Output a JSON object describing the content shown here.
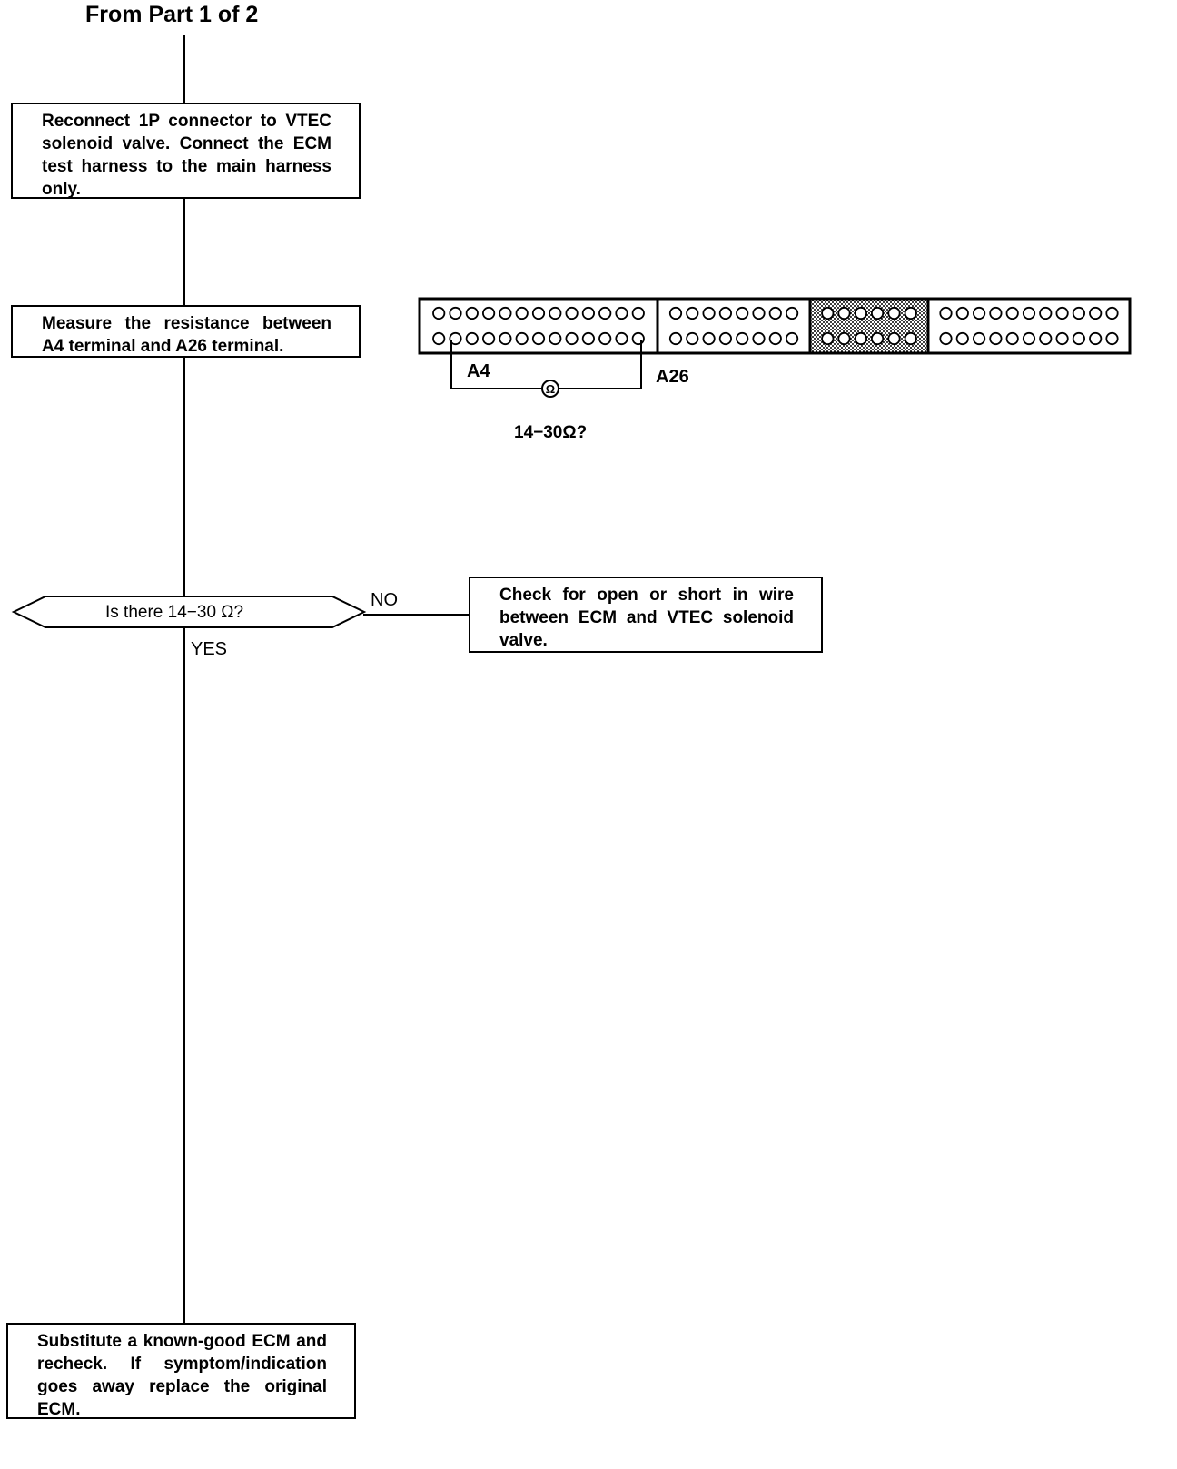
{
  "header": {
    "title": "From Part 1 of 2"
  },
  "steps": {
    "reconnect": "Reconnect 1P connector to VTEC solenoid valve. Connect the ECM test harness to the main harness only.",
    "measure": "Measure the resistance between A4 terminal and A26 terminal.",
    "decision": "Is there 14−30 Ω?",
    "no_action": "Check for open or short in wire between ECM and VTEC solenoid valve.",
    "substitute": "Substitute a known-good ECM and recheck. If symptom/indication goes away replace the original ECM."
  },
  "branches": {
    "no": "NO",
    "yes": "YES"
  },
  "connector": {
    "terminal_a4": "A4",
    "terminal_a26": "A26",
    "meter_symbol": "Ω",
    "question": "14−30Ω?",
    "sections": [
      {
        "pins_per_row": 13,
        "shaded": false
      },
      {
        "pins_per_row": 8,
        "shaded": false
      },
      {
        "pins_per_row": 6,
        "shaded": true
      },
      {
        "pins_per_row": 11,
        "shaded": false
      }
    ]
  }
}
